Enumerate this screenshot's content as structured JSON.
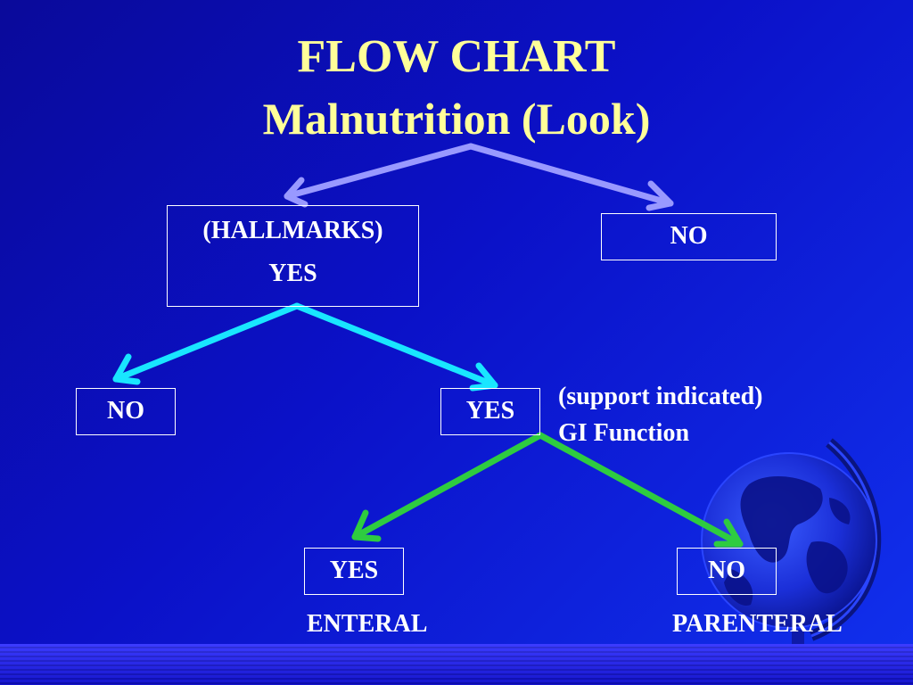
{
  "slide": {
    "title": "FLOW CHART",
    "subtitle": "Malnutrition (Look)"
  },
  "nodes": {
    "hallmarks": {
      "line1": "(HALLMARKS)",
      "line2": "YES"
    },
    "top_no": "NO",
    "level2_no": "NO",
    "level2_yes": "YES",
    "gi_note": {
      "line1": "(support indicated)",
      "line2": "GI Function"
    },
    "level3_yes": "YES",
    "level3_no": "NO",
    "enteral": "ENTERAL",
    "parenteral": "PARENTERAL"
  },
  "colors": {
    "background": "#0b11c8",
    "title": "#ffff99",
    "arrow_level1": "#9999ff",
    "arrow_level2": "#19e6ff",
    "arrow_level3": "#2ecc40",
    "text": "#ffffff"
  },
  "decoration": {
    "globe_icon": "globe-icon"
  }
}
